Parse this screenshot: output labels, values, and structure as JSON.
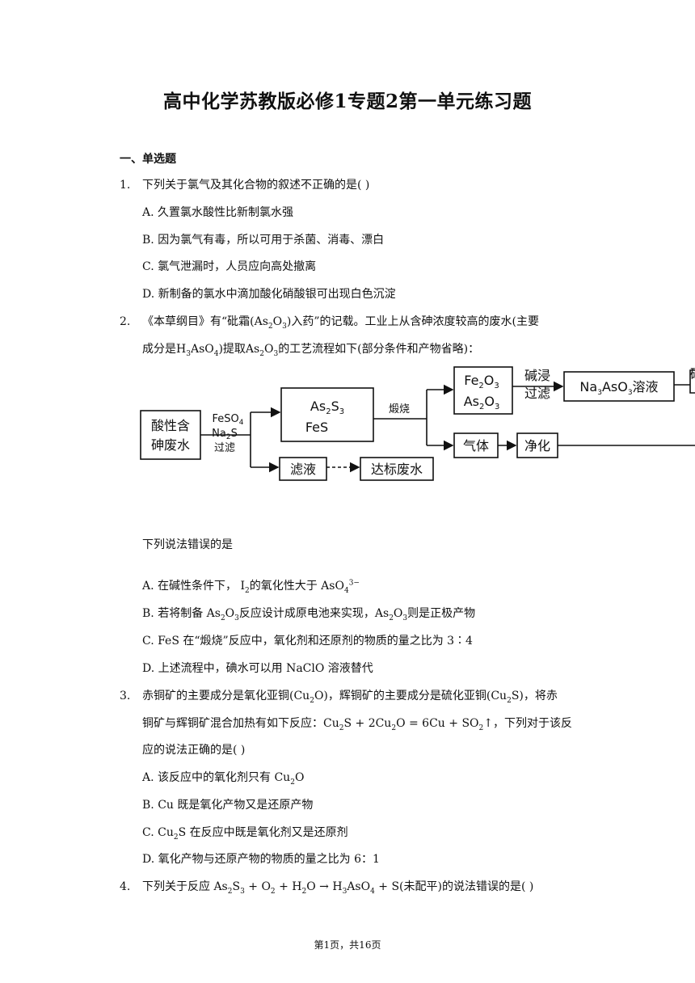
{
  "title": "高中化学苏教版必修1专题2第一单元练习题",
  "section": "一、单选题",
  "q1": {
    "num": "1.",
    "stem": "下列关于氯气及其化合物的叙述不正确的是(    )",
    "A": "A. 久置氯水酸性比新制氯水强",
    "B": "B. 因为氯气有毒，所以可用于杀菌、消毒、漂白",
    "C": "C. 氯气泄漏时，人员应向高处撤离",
    "D": "D. 新制备的氯水中滴加酸化硝酸银可出现白色沉淀"
  },
  "q2": {
    "num": "2.",
    "stem1_a": "《本草纲目》有“砒霜(As",
    "stem1_b": "O",
    "stem1_c": ")入药”的记载。工业上从含砷浓度较高的废水(主要",
    "stem2_a": "成分是H",
    "stem2_b": "AsO",
    "stem2_c": ")提取As",
    "stem2_d": "O",
    "stem2_e": "的工艺流程如下(部分条件和产物省略)：",
    "sub2": "2",
    "sub3": "3",
    "sub4": "4",
    "diagram": {
      "box1_l1": "酸性含",
      "box1_l2": "砷废水",
      "reagent1": "FeSO",
      "reagent2": "Na",
      "reagent2b": "S",
      "reagent3": "过滤",
      "box2_l1": "As",
      "box2_l1b": "S",
      "box2_l2": "FeS",
      "calcine": "煅烧",
      "box3_l1": "Fe",
      "box3_l1b": "O",
      "box3_l2": "As",
      "box3_l2b": "O",
      "leach1": "碱浸",
      "leach2": "过滤",
      "box4_a": "Na",
      "box4_b": "AsO",
      "box4_c": "溶液",
      "cut_text": "碘水",
      "gas": "气体",
      "purify": "净化",
      "filtrate": "滤液",
      "waste": "达标废水"
    },
    "prompt": "下列说法错误的是",
    "A_a": "A. 在碱性条件下，  I",
    "A_b": "的氧化性大于 AsO",
    "A_sup": "3−",
    "B_a": "B. 若将制备 As",
    "B_b": "O",
    "B_c": "反应设计成原电池来实现，As",
    "B_d": "O",
    "B_e": "则是正极产物",
    "C": "C. FeS 在“煅烧”反应中，氧化剂和还原剂的物质的量之比为 3∶4",
    "D": "D. 上述流程中，碘水可以用 NaClO 溶液替代"
  },
  "q3": {
    "num": "3.",
    "l1_a": "赤铜矿的主要成分是氧化亚铜(Cu",
    "l1_b": "O)，辉铜矿的主要成分是硫化亚铜(Cu",
    "l1_c": "S)，将赤",
    "l2_a": "铜矿与辉铜矿混合加热有如下反应：Cu",
    "l2_b": "S + 2Cu",
    "l2_c": "O = 6Cu + SO",
    "l2_d": "↑，下列对于该反",
    "l3": "应的说法正确的是(    )",
    "A_a": "A. 该反应中的氧化剂只有 Cu",
    "A_b": "O",
    "B": "B. Cu 既是氧化产物又是还原产物",
    "C_a": "C. Cu",
    "C_b": "S 在反应中既是氧化剂又是还原剂",
    "D": "D. 氧化产物与还原产物的物质的量之比为 6：1"
  },
  "q4": {
    "num": "4.",
    "a": "下列关于反应 As",
    "b": "S",
    "c": " + O",
    "d": " + H",
    "e": "O → H",
    "f": "AsO",
    "g": " + S(未配平)的说法错误的是(    )"
  },
  "footer": "第1页，共16页"
}
